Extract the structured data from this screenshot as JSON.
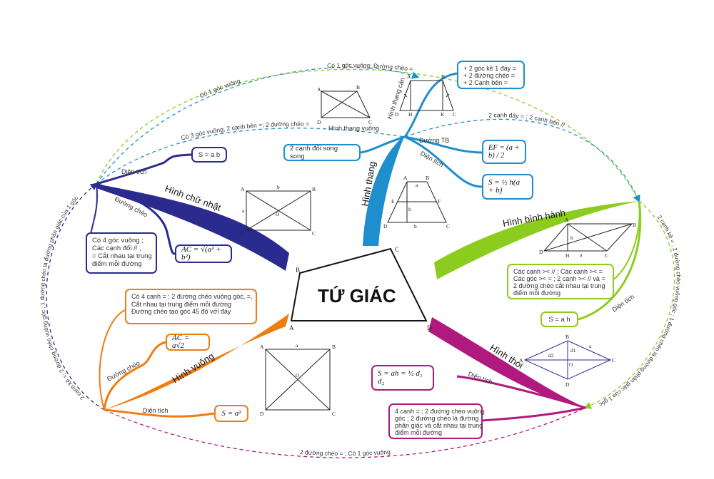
{
  "center": {
    "title": "TỨ GIÁC",
    "vertices": {
      "a": "A",
      "b": "B",
      "c": "C",
      "d": "D"
    }
  },
  "colors": {
    "rectangle": "#2b2a8f",
    "trapezoid": "#1e8fcc",
    "parallelogram": "#8ccc1e",
    "rhombus": "#b0197e",
    "square": "#f07d10"
  },
  "rectangle": {
    "name": "Hình chữ nhật",
    "area_label": "Diện tích",
    "area_formula": "S = a b",
    "diagonal_label": "Đường chéo",
    "diagonal_formula": "AC = √(a² + b²)",
    "properties": [
      "Có 4 góc vuông ;",
      "Các cạnh đối // ,",
      "= Cắt nhau tại trung",
      "điểm mỗi đường"
    ],
    "figure_labels": {
      "a": "A",
      "b": "B",
      "c": "C",
      "d": "D",
      "o": "O",
      "top": "b",
      "side": "a"
    }
  },
  "trapezoid": {
    "name": "Hình thang",
    "isosceles_label": "Hình thang cân",
    "isosceles_props": [
      "+ 2 góc kề 1 đáy =",
      "+ 2 đường chéo =",
      "+ 2 Cạnh bên ="
    ],
    "right_label": "Hình thang vuông",
    "definition": "2 cạnh đối song song",
    "midline_label": "Đường TB",
    "midline_formula": "EF = (a + b) / 2",
    "area_label": "Diện tích",
    "area_formula": "S = ½ h(a + b)",
    "isosceles_figure": {
      "a": "A",
      "b": "B",
      "c": "C",
      "d": "D",
      "h": "H",
      "k": "K"
    },
    "right_figure": {
      "a": "A",
      "b": "B",
      "c": "C",
      "d": "D"
    },
    "midline_figure": {
      "a": "A",
      "b": "B",
      "c": "C",
      "d": "D",
      "e": "E",
      "f": "F",
      "h": "h",
      "top": "a",
      "bottom": "b"
    }
  },
  "parallelogram": {
    "name": "Hình bình hành",
    "properties": [
      "Các cạnh >< // ; Các cạnh >< =",
      "Các góc >< = ; 2 cạnh >< // và =",
      "2 đường chéo cắt nhau tại trung",
      "điểm mỗi đường"
    ],
    "area_label": "Diện tích",
    "area_formula": "S = a h",
    "figure_labels": {
      "a": "A",
      "b": "B",
      "c": "C",
      "d": "D",
      "h": "H",
      "hh": "h",
      "base": "a"
    }
  },
  "rhombus": {
    "name": "Hình thoi",
    "area_label": "Diện tích",
    "area_formula": "S = ah = ½ d₁ d₂",
    "properties": [
      "4 canh = ; 2 đường chéo vuông",
      "góc ; 2 đường chéo là đường",
      "phân giác và cắt nhau tại trung",
      "điểm mỗi đường"
    ],
    "figure_labels": {
      "a": "A",
      "b": "B",
      "c": "C",
      "d": "D",
      "o": "O",
      "d1": "d1",
      "d2": "d2",
      "side": "a"
    }
  },
  "square": {
    "name": "Hình vuông",
    "properties": [
      "Có 4 canh = ; 2 đường chéo vuông góc, =,",
      "Cắt nhau tại trung điểm mỗi đường",
      "Đường chéo tạo góc 45 độ với đáy"
    ],
    "diagonal_label": "Đường chéo",
    "diagonal_formula": "AC = a√2",
    "area_label": "Diện tích",
    "area_formula": "S = a²",
    "figure_labels": {
      "a": "A",
      "b": "B",
      "c": "C",
      "d": "D",
      "o": "O",
      "side": "a"
    }
  },
  "relations": {
    "top_outer": "Có 1 góc vuông; Đường chéo =",
    "top_mid": "Có 1 góc vuông",
    "top_inner": "Có 3 góc vuông; 2 canh bên =; 2 đường chéo =",
    "right_top": "2 cạnh đáy = ; 2 cạnh bên //",
    "left_side": "2 canh kề =; 2 đường chéo vuông góc ; 1 đường chéo là đường phân giác của 1 góc",
    "right_side": "2 cạnh kề = ; 2 đường chéo vuông góc ; 1 đường chéo là đường phân giác của 1 góc",
    "bottom": "2 đường chéo = ; Có 1 góc vuông"
  }
}
